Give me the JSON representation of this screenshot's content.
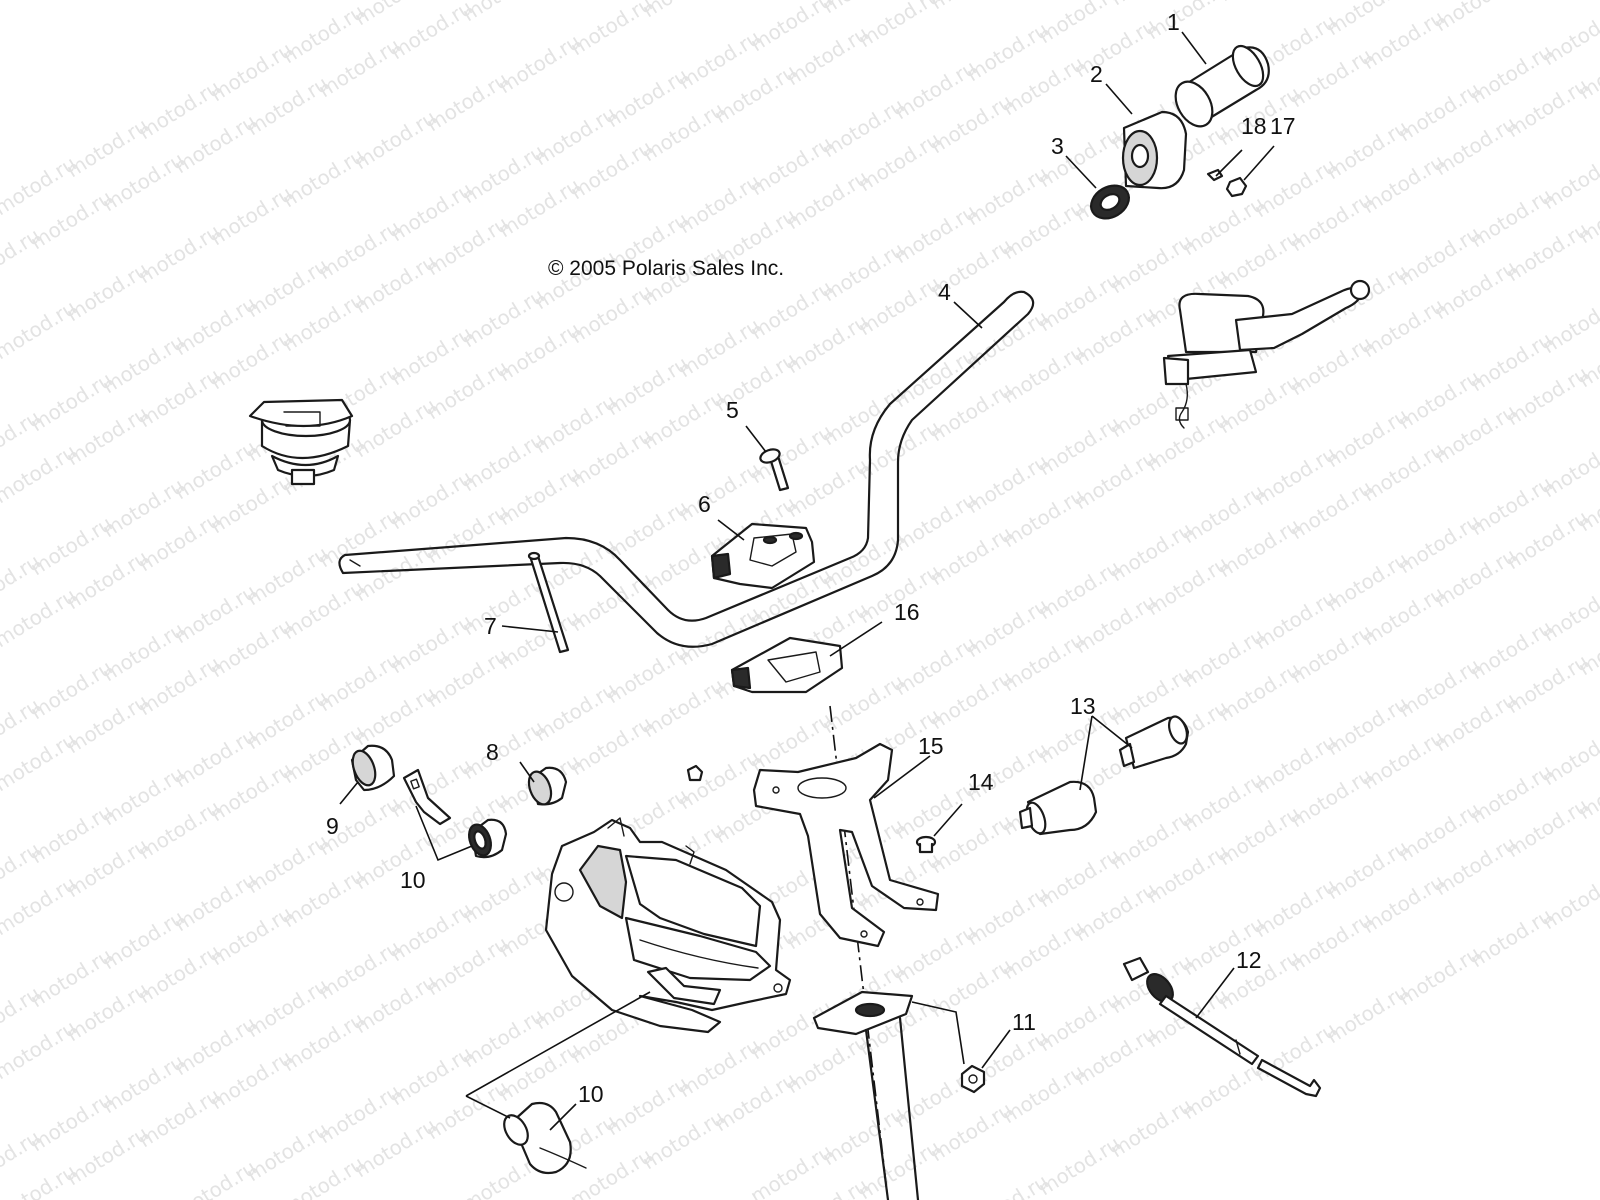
{
  "copyright": "© 2005 Polaris Sales Inc.",
  "watermark": "motod.ru",
  "callouts": {
    "c1": "1",
    "c2": "2",
    "c3": "3",
    "c4": "4",
    "c5": "5",
    "c6": "6",
    "c7": "7",
    "c8": "8",
    "c9": "9",
    "c10a": "10",
    "c10b": "10",
    "c11": "11",
    "c12": "12",
    "c13": "13",
    "c14": "14",
    "c15": "15",
    "c16": "16",
    "c17": "17",
    "c18": "18"
  }
}
